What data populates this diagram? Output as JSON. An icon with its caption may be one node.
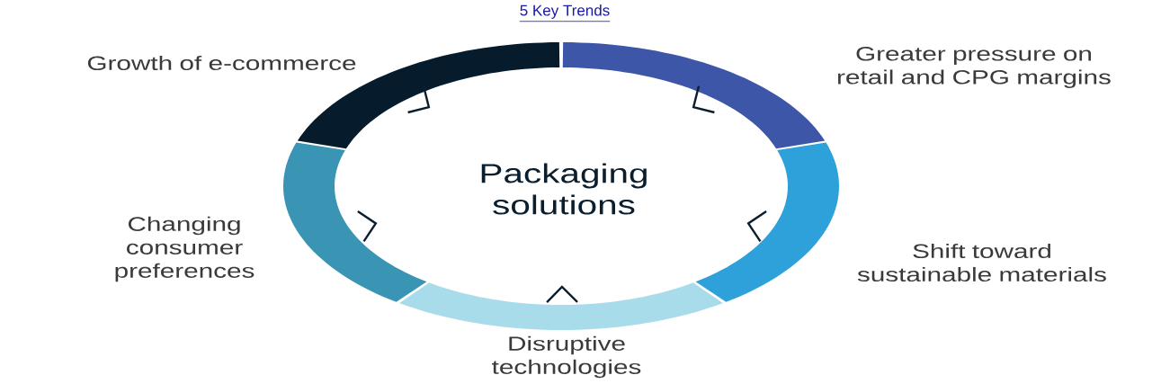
{
  "diagram": {
    "title": "5 Key Trends",
    "nodes": [
      {
        "text": [
          "Packaging solutions"
        ]
      },
      {
        "text": [
          "Growth of e-commerce"
        ]
      },
      {
        "text": [
          "Greater pressure on retail and CPG margins"
        ]
      },
      {
        "text": [
          "Shift toward sustainable materials"
        ]
      },
      {
        "text": [
          "Disruptive technologies"
        ]
      },
      {
        "text": [
          "Changing consumer preferences"
        ]
      }
    ]
  }
}
